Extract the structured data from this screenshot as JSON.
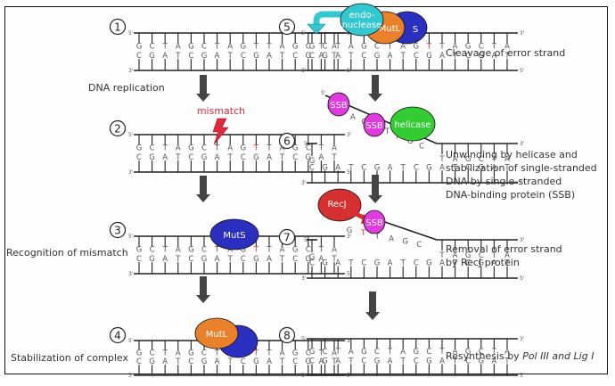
{
  "diagram": {
    "title": "DNA mismatch repair",
    "colors": {
      "mutS": "#2a2fbf",
      "mutL": "#e8812a",
      "endonuclease": "#33c7cf",
      "ssb": "#e03ae0",
      "helicase": "#33cc33",
      "recJ": "#d62f2f",
      "mismatch": "#e0293a"
    },
    "strand_ends": {
      "five": "5'",
      "three": "3'"
    },
    "top_sequence": [
      "G",
      "C",
      "T",
      "A",
      "G",
      "C",
      "T",
      "A",
      "G",
      "T",
      "T",
      "A",
      "G",
      "C",
      "T",
      "A"
    ],
    "top_sequence_corrected": [
      "G",
      "C",
      "T",
      "A",
      "G",
      "C",
      "T",
      "A",
      "G",
      "C",
      "T",
      "A",
      "G",
      "C",
      "T",
      "A"
    ],
    "bottom_sequence": [
      "C",
      "G",
      "A",
      "T",
      "C",
      "G",
      "A",
      "T",
      "C",
      "G",
      "A",
      "T",
      "C",
      "G",
      "A",
      "T"
    ],
    "mismatch_index": 9,
    "steps": [
      {
        "number": "1",
        "label": ""
      },
      {
        "number": "2",
        "label": "",
        "annotation": "mismatch"
      },
      {
        "number": "3",
        "label": "Recognition of mismatch"
      },
      {
        "number": "4",
        "label": "Stabilization of complex"
      },
      {
        "number": "5",
        "label": "Cleavage of error strand"
      },
      {
        "number": "6",
        "label_lines": [
          "Unwinding by helicase and",
          "stabilization of single-stranded",
          "DNA by single-stranded",
          "DNA-binding protein (SSB)"
        ]
      },
      {
        "number": "7",
        "label_lines": [
          "Removal of error strand",
          "by RecJ protein"
        ]
      },
      {
        "number": "8",
        "label_prefix": "Resynthesis by ",
        "label_italic": "Pol III and Lig I"
      }
    ],
    "transition_labels": {
      "step1_to_2": "DNA replication"
    },
    "proteins": {
      "mutS": "MutS",
      "mutL": "MutL",
      "endonuclease_line1": "endo-",
      "endonuclease_line2": "nuclease",
      "mutL_partial": "MutL",
      "mutS_partial": "S",
      "ssb": "SSB",
      "helicase": "helicase",
      "recJ": "RecJ"
    },
    "unwound_bases_step6": [
      "C",
      "T",
      "A",
      "G",
      "T",
      "T",
      "A",
      "G",
      "C"
    ],
    "unwound_bases_step7": [
      "G",
      "T",
      "T",
      "A",
      "G",
      "C"
    ]
  }
}
